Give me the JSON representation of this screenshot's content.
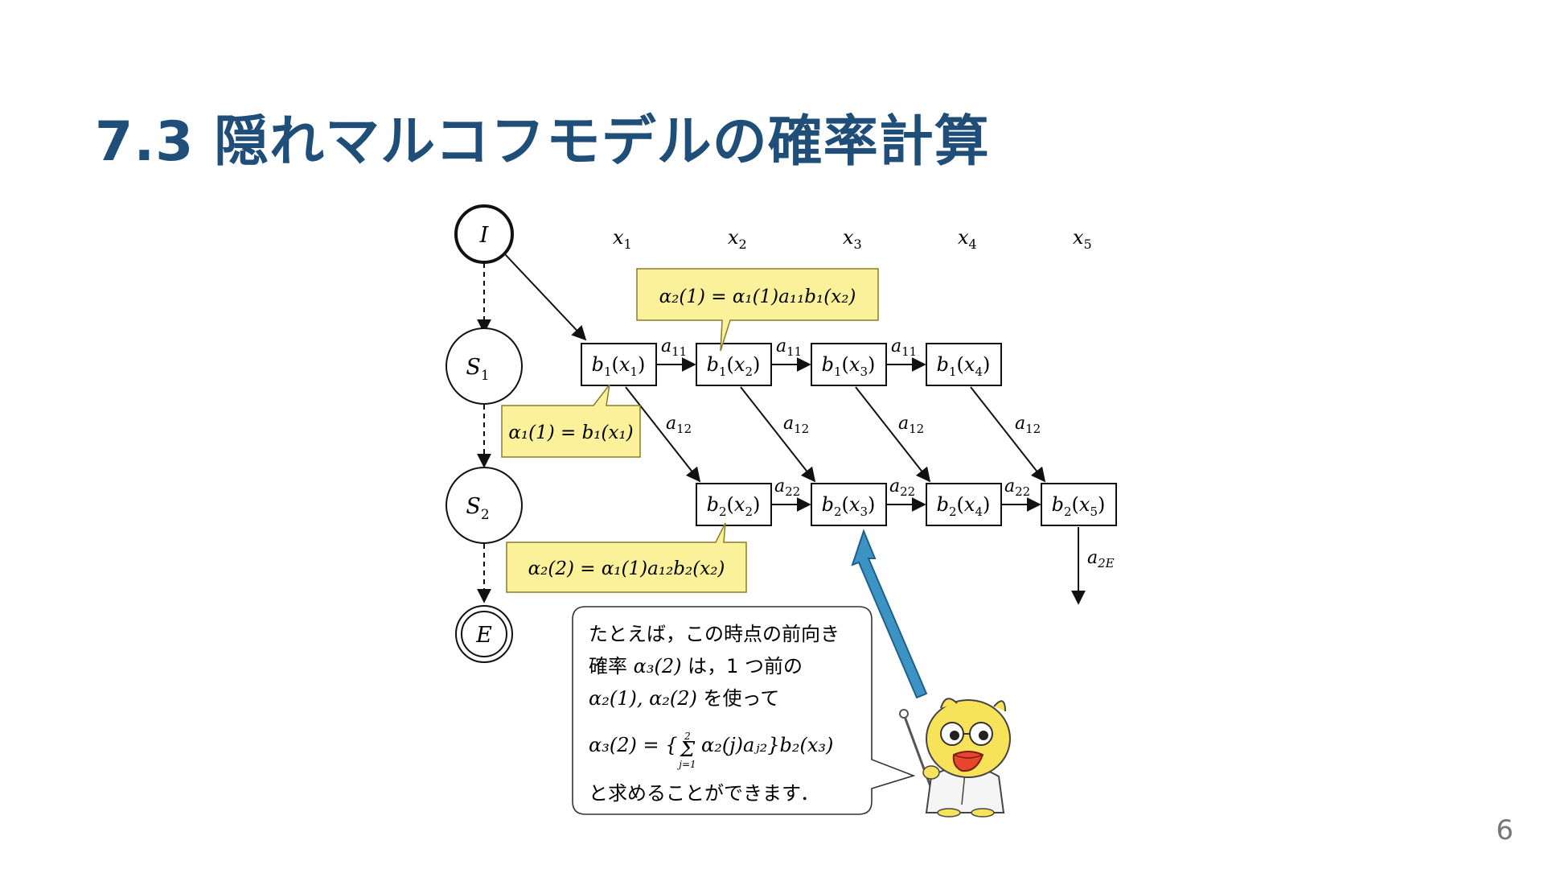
{
  "slide": {
    "title": "7.3 隠れマルコフモデルの確率計算",
    "page_number": "6"
  },
  "colors": {
    "title": "#1f4e79",
    "callout_fill": "#fbf19b",
    "callout_border": "#8a7a2a",
    "pointer_arrow": "#3d94c4",
    "line": "#111111"
  },
  "states": {
    "initial": "I",
    "s1": "S",
    "s1_sub": "1",
    "s2": "S",
    "s2_sub": "2",
    "end": "E"
  },
  "observations": [
    {
      "base": "x",
      "sub": "1"
    },
    {
      "base": "x",
      "sub": "2"
    },
    {
      "base": "x",
      "sub": "3"
    },
    {
      "base": "x",
      "sub": "4"
    },
    {
      "base": "x",
      "sub": "5"
    }
  ],
  "trellis": {
    "row1": [
      {
        "b": "b",
        "bsub": "1",
        "x": "x",
        "xsub": "1"
      },
      {
        "b": "b",
        "bsub": "1",
        "x": "x",
        "xsub": "2"
      },
      {
        "b": "b",
        "bsub": "1",
        "x": "x",
        "xsub": "3"
      },
      {
        "b": "b",
        "bsub": "1",
        "x": "x",
        "xsub": "4"
      }
    ],
    "row2": [
      {
        "b": "b",
        "bsub": "2",
        "x": "x",
        "xsub": "2"
      },
      {
        "b": "b",
        "bsub": "2",
        "x": "x",
        "xsub": "3"
      },
      {
        "b": "b",
        "bsub": "2",
        "x": "x",
        "xsub": "4"
      },
      {
        "b": "b",
        "bsub": "2",
        "x": "x",
        "xsub": "5"
      }
    ],
    "a11": {
      "base": "a",
      "sub": "11"
    },
    "a12": {
      "base": "a",
      "sub": "12"
    },
    "a22": {
      "base": "a",
      "sub": "22"
    },
    "a2E": {
      "base": "a",
      "sub": "2E"
    }
  },
  "callouts": {
    "alpha2_1": "α₂(1) = α₁(1)a₁₁b₁(x₂)",
    "alpha1_1": "α₁(1) = b₁(x₁)",
    "alpha2_2": "α₂(2) = α₁(1)a₁₂b₂(x₂)"
  },
  "speech": {
    "line1": "たとえば，この時点の前向き",
    "line2_prefix": "確率 ",
    "line2_math": "α₃(2)",
    "line2_suffix": " は，1 つ前の",
    "line3_math": "α₂(1), α₂(2)",
    "line3_suffix": " を使って",
    "line4_lhs": "α₃(2) = {",
    "line4_sum": "Σ",
    "line4_sum_top": "2",
    "line4_sum_bottom": "j=1",
    "line4_rhs": "α₂(j)aⱼ₂}b₂(x₃)",
    "line5": "と求めることができます．"
  },
  "mascot": {
    "icon": "professor-bird-mascot"
  }
}
